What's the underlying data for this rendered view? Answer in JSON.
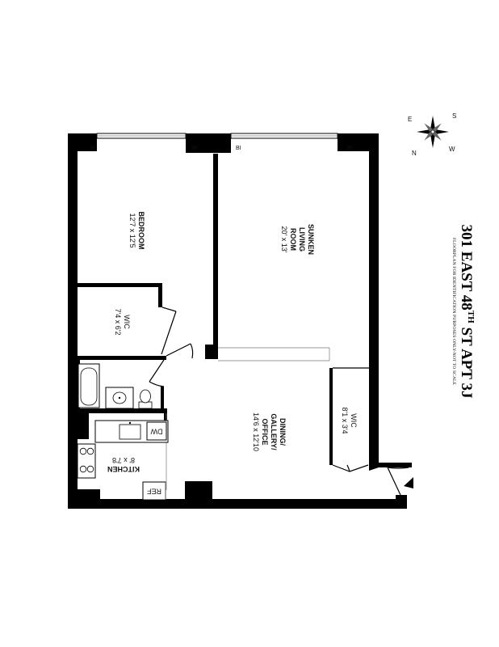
{
  "title": {
    "number": "301 EAST 48",
    "superscript": "TH",
    "rest": " ST APT 3J",
    "subtitle": "FLOORPLAN FOR IDENTIFICATION PURPOSES ONLY-NOT TO SCALE"
  },
  "compass": {
    "n": "N",
    "e": "E",
    "s": "S",
    "w": "W"
  },
  "rooms": {
    "bedroom": {
      "name": "BEDROOM",
      "dims": "12'7 x 12'5"
    },
    "living": {
      "line1": "SUNKEN",
      "line2": "LIVING",
      "line3": "ROOM",
      "dims": "20' x 13'"
    },
    "wic_bedroom": {
      "name": "WIC",
      "dims": "7'4 x 6'2"
    },
    "dining": {
      "line1": "DINING/",
      "line2": "GALLERY/",
      "line3": "OFFICE",
      "dims": "14'6 x 12'10"
    },
    "wic_living": {
      "name": "WIC",
      "dims": "8'1 x 3'4"
    },
    "kitchen": {
      "name": "KITCHEN",
      "dims": "8' x 7'8"
    }
  },
  "fixtures": {
    "dishwasher": "DW",
    "refrigerator": "REF",
    "built_in": "BI"
  }
}
